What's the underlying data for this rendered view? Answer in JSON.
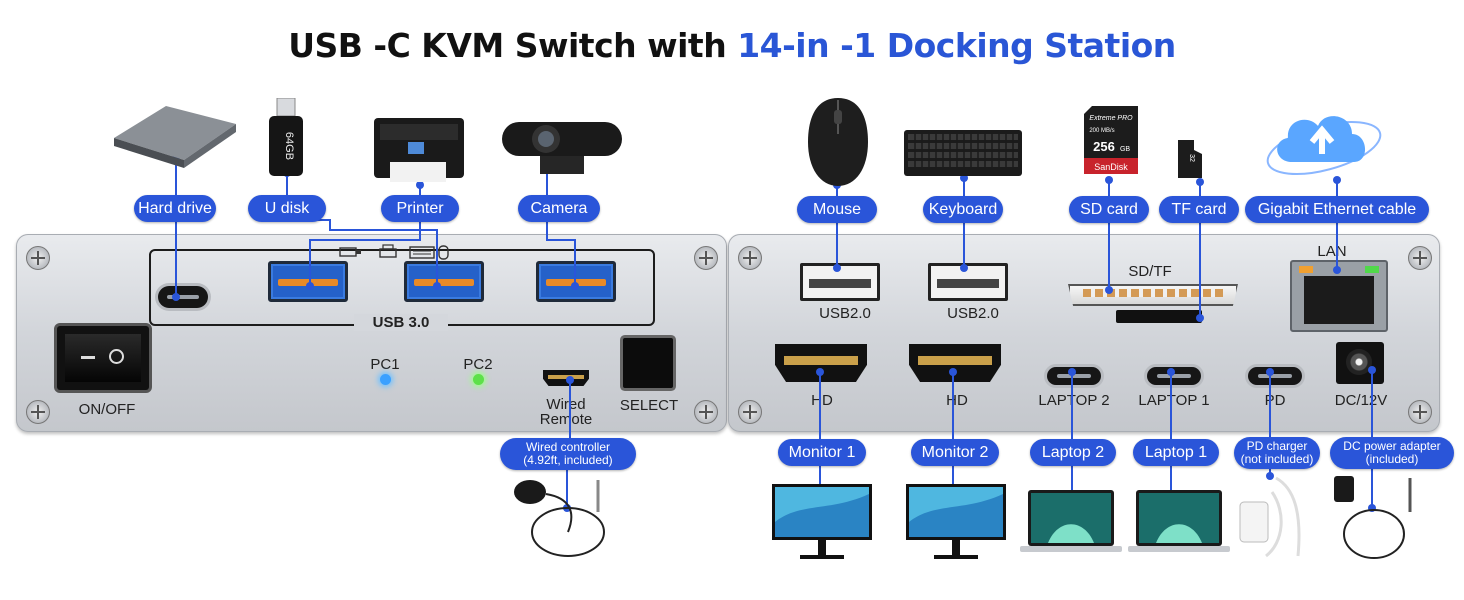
{
  "title": {
    "prefix": "USB -C KVM Switch with ",
    "highlight": "14-in -1 Docking Station"
  },
  "colors": {
    "accent_blue": "#2a55d9",
    "connector_line": "#2a55d9",
    "panel_silver": "#d2d5da",
    "led_pc1": "#3aa0ff",
    "led_pc2": "#5ee04a"
  },
  "front_panel": {
    "group_label": "USB 3.0",
    "power_label": "ON/OFF",
    "led_pc1_label": "PC1",
    "led_pc2_label": "PC2",
    "remote_port_label_1": "Wired",
    "remote_port_label_2": "Remote",
    "select_label": "SELECT"
  },
  "rear_panel": {
    "usb2_a_label": "USB2.0",
    "usb2_b_label": "USB2.0",
    "card_slot_label": "SD/TF",
    "lan_label": "LAN",
    "hd1_label": "HD",
    "hd2_label": "HD",
    "laptop2_port_label": "LAPTOP 2",
    "laptop1_port_label": "LAPTOP 1",
    "pd_port_label": "PD",
    "dc_port_label": "DC/12V"
  },
  "callouts_top": [
    {
      "key": "hard_drive",
      "label": "Hard drive"
    },
    {
      "key": "u_disk",
      "label": "U disk"
    },
    {
      "key": "printer",
      "label": "Printer"
    },
    {
      "key": "camera",
      "label": "Camera"
    },
    {
      "key": "mouse",
      "label": "Mouse"
    },
    {
      "key": "keyboard",
      "label": "Keyboard"
    },
    {
      "key": "sd_card",
      "label": "SD card"
    },
    {
      "key": "tf_card",
      "label": "TF card"
    },
    {
      "key": "ethernet",
      "label": "Gigabit Ethernet cable"
    }
  ],
  "callouts_bottom": [
    {
      "key": "monitor1",
      "label": "Monitor 1"
    },
    {
      "key": "monitor2",
      "label": "Monitor 2"
    },
    {
      "key": "laptop2",
      "label": "Laptop 2"
    },
    {
      "key": "laptop1",
      "label": "Laptop 1"
    }
  ],
  "callouts_two_line": {
    "wired_controller": {
      "line1": "Wired controller",
      "line2": "(4.92ft, included)"
    },
    "pd_charger": {
      "line1": "PD charger",
      "line2": "(not included)"
    },
    "dc_adapter": {
      "line1": "DC power adapter",
      "line2": "(included)"
    }
  },
  "device_marks": {
    "usb_stick": "64GB",
    "sd_card_brand": "SanDisk",
    "sd_card_line": "Extreme PRO",
    "sd_card_capacity": "256",
    "sd_card_capacity_unit": "GB",
    "sd_card_speed": "200 MB/s",
    "tf_card_capacity": "32"
  },
  "icons": [
    "hard-drive-icon",
    "usb-stick-icon",
    "printer-icon",
    "webcam-icon",
    "mouse-icon",
    "keyboard-icon",
    "sd-card-icon",
    "tf-card-icon",
    "cloud-upload-icon",
    "monitor-icon",
    "laptop-icon",
    "charger-icon",
    "dc-adapter-icon",
    "remote-button-icon",
    "screw-icon"
  ]
}
